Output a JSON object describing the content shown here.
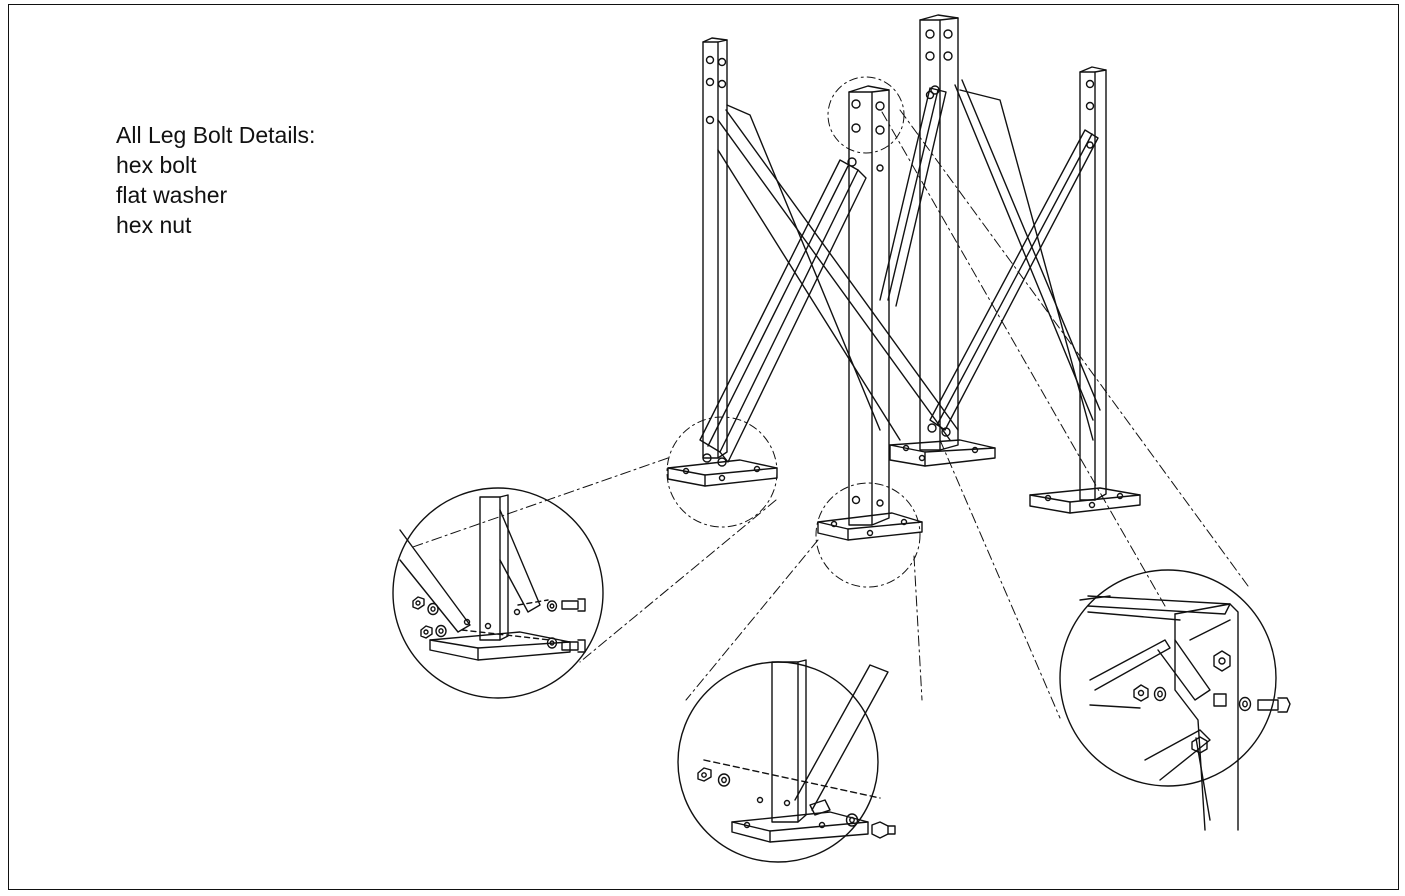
{
  "notes": {
    "heading": "All Leg Bolt Details:",
    "items": [
      "hex bolt",
      "flat washer",
      "hex nut"
    ]
  },
  "colors": {
    "line": "#111111",
    "background": "#ffffff"
  },
  "icons": [
    "hex-bolt-icon",
    "flat-washer-icon",
    "hex-nut-icon"
  ]
}
